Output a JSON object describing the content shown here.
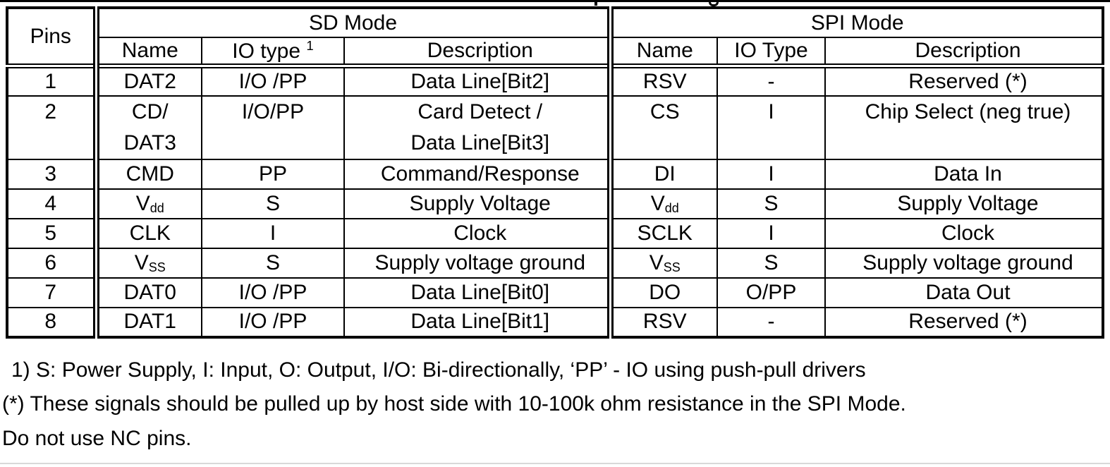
{
  "colors": {
    "text": "#000000",
    "background": "#ffffff",
    "border": "#000000",
    "page_divider": "#d9d9d9"
  },
  "table": {
    "header": {
      "pins": "Pins",
      "sd_mode": "SD Mode",
      "spi_mode": "SPI Mode",
      "sd_name": "Name",
      "sd_io_label": "IO type",
      "sd_io_superscript": "1",
      "sd_description": "Description",
      "spi_name": "Name",
      "spi_io": "IO Type",
      "spi_description": "Description"
    },
    "rows": [
      {
        "pin": "1",
        "sd_name": "DAT2",
        "sd_io": "I/O /PP",
        "sd_desc": "Data Line[Bit2]",
        "spi_name": "RSV",
        "spi_io": "-",
        "spi_desc": "Reserved (*)"
      },
      {
        "pin": "2",
        "sd_name_lines": [
          "CD/",
          "DAT3"
        ],
        "sd_io": "I/O/PP",
        "sd_desc_lines": [
          "Card Detect /",
          "Data Line[Bit3]"
        ],
        "spi_name": "CS",
        "spi_io": "I",
        "spi_desc": "Chip Select (neg true)"
      },
      {
        "pin": "3",
        "sd_name": "CMD",
        "sd_io": "PP",
        "sd_desc": "Command/Response",
        "spi_name": "DI",
        "spi_io": "I",
        "spi_desc": "Data In"
      },
      {
        "pin": "4",
        "sd_name_base": "V",
        "sd_name_sub": "dd",
        "sd_io": "S",
        "sd_desc": "Supply Voltage",
        "spi_name_base": "V",
        "spi_name_sub": "dd",
        "spi_io": "S",
        "spi_desc": "Supply Voltage"
      },
      {
        "pin": "5",
        "sd_name": "CLK",
        "sd_io": "I",
        "sd_desc": "Clock",
        "spi_name": "SCLK",
        "spi_io": "I",
        "spi_desc": "Clock"
      },
      {
        "pin": "6",
        "sd_name_base": "V",
        "sd_name_sub": "SS",
        "sd_io": "S",
        "sd_desc": "Supply voltage ground",
        "spi_name_base": "V",
        "spi_name_sub": "SS",
        "spi_io": "S",
        "spi_desc": "Supply voltage ground"
      },
      {
        "pin": "7",
        "sd_name": "DAT0",
        "sd_io": "I/O /PP",
        "sd_desc": "Data Line[Bit0]",
        "spi_name": "DO",
        "spi_io": "O/PP",
        "spi_desc": "Data Out"
      },
      {
        "pin": "8",
        "sd_name": "DAT1",
        "sd_io": "I/O /PP",
        "sd_desc": "Data Line[Bit1]",
        "spi_name": "RSV",
        "spi_io": "-",
        "spi_desc": "Reserved (*)"
      }
    ]
  },
  "notes": {
    "footnote1": "1) S: Power Supply, I: Input, O: Output, I/O: Bi-directionally, ‘PP’ - IO using push-pull drivers",
    "footnote2": "(*) These signals should be pulled up by host side with 10-100k ohm resistance in the SPI Mode.",
    "footnote3": "Do not use NC pins."
  }
}
